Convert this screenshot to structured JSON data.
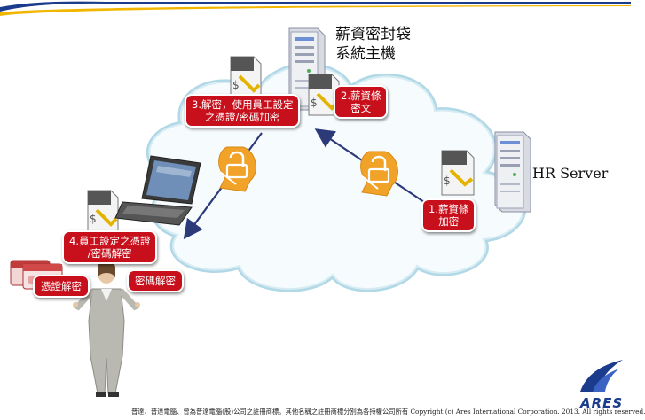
{
  "title": {
    "line1": "薪資密封袋",
    "line2": "系統主機"
  },
  "hr_server_label": "HR Server",
  "steps": {
    "step1": {
      "line1": "1.薪資條",
      "line2": "加密"
    },
    "step2": {
      "line1": "2.薪資條",
      "line2": "密文"
    },
    "step3": {
      "line1": "3.解密，使用員工設定",
      "line2": "之憑證/密碼加密"
    },
    "step4": {
      "line1": "4.員工設定之憑證",
      "line2": "/密碼解密"
    }
  },
  "methods": {
    "cert": "憑證解密",
    "password": "密碼解密"
  },
  "footer": "普達、普達電腦、曾為普達電腦(股)公司之註冊商標。其他名稱之註冊商標分別為各持權公司所有 Copyright (c) Ares International Corporation. 2013. All rights reserved.",
  "logo": "ARES",
  "colors": {
    "badge": "#c8101c",
    "cloud": "#a9d4e3",
    "banner": "#1b3b8c",
    "arrow": "#2c3a7a",
    "lock": "#f1a228"
  }
}
